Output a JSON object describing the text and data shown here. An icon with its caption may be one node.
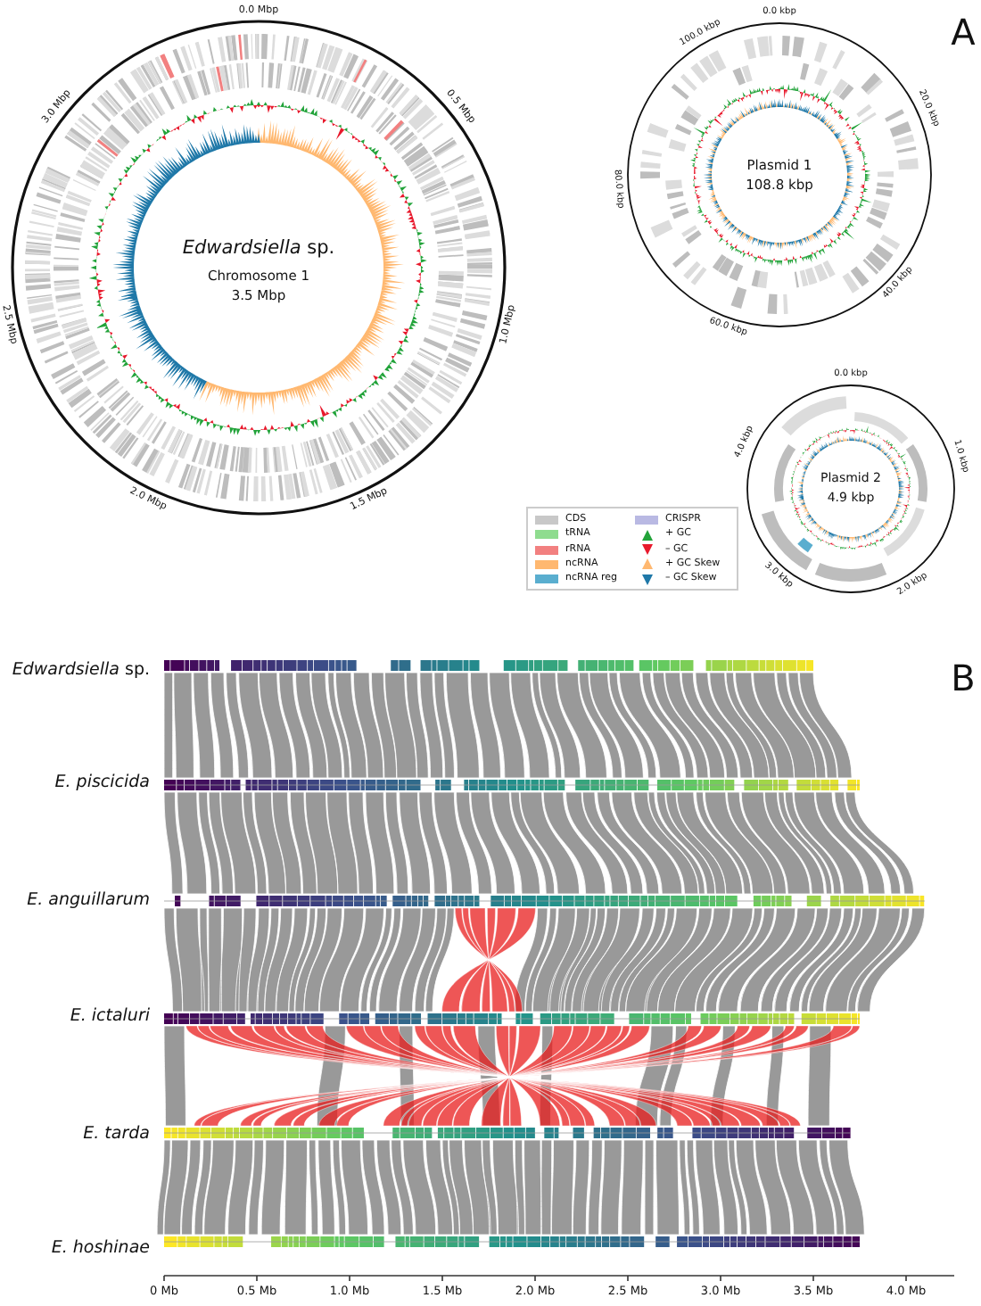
{
  "diagram": {
    "labels": [
      "0.0 Mbp",
      "0.5 Mbp",
      "1.0 Mbp",
      "2.0 Mbp",
      "1.5 Mbp",
      "2.5 Mbp",
      "3.0 Mbp",
      "*Edwardsiella* sp.",
      "Chromosome 1",
      "3.5 Mbp",
      "A",
      "0.0 kbp",
      "20.0 kbp",
      "40.0 kbp",
      "60.0 kbp",
      "80.0 kbp",
      "100.0 kbp",
      "Plasmid 1",
      "108.8 kbp",
      "0.0 kbp",
      "1.0 kbp",
      "3.0 kbp",
      "2.0 kbp",
      "4.0 kbp",
      "Plasmid 2",
      "4.9 kbp",
      "B",
      "*Edwardsiella* sp.",
      "E. piscicida",
      "E. anguillarum",
      "E. ictaluri",
      "E. tarda",
      "E. hoshinae",
      "0 Mb",
      "0.5 Mb",
      "1.0 Mb",
      "1.5 Mb",
      "2.0 Mb",
      "2.5 Mb",
      "3.0 Mb",
      "3.5 Mb",
      "4.0 Mb"
    ],
    "legend": [
      {
        "text": "CDS",
        "color": "#c8c8c8"
      },
      {
        "text": "tRNA",
        "color": "#8fdc8f"
      },
      {
        "text": "rRNA",
        "color": "#f28080"
      },
      {
        "text": "ncRNA",
        "color": "#ffb870"
      },
      {
        "text": "ncRNA reg",
        "color": "#5aaecf"
      },
      {
        "text": "CRISPR",
        "color": "#b9b9e3"
      },
      {
        "text": "+ GC"
      },
      {
        "text": "– GC"
      },
      {
        "text": "+ GC Skew"
      },
      {
        "text": "– GC Skew"
      }
    ]
  }
}
